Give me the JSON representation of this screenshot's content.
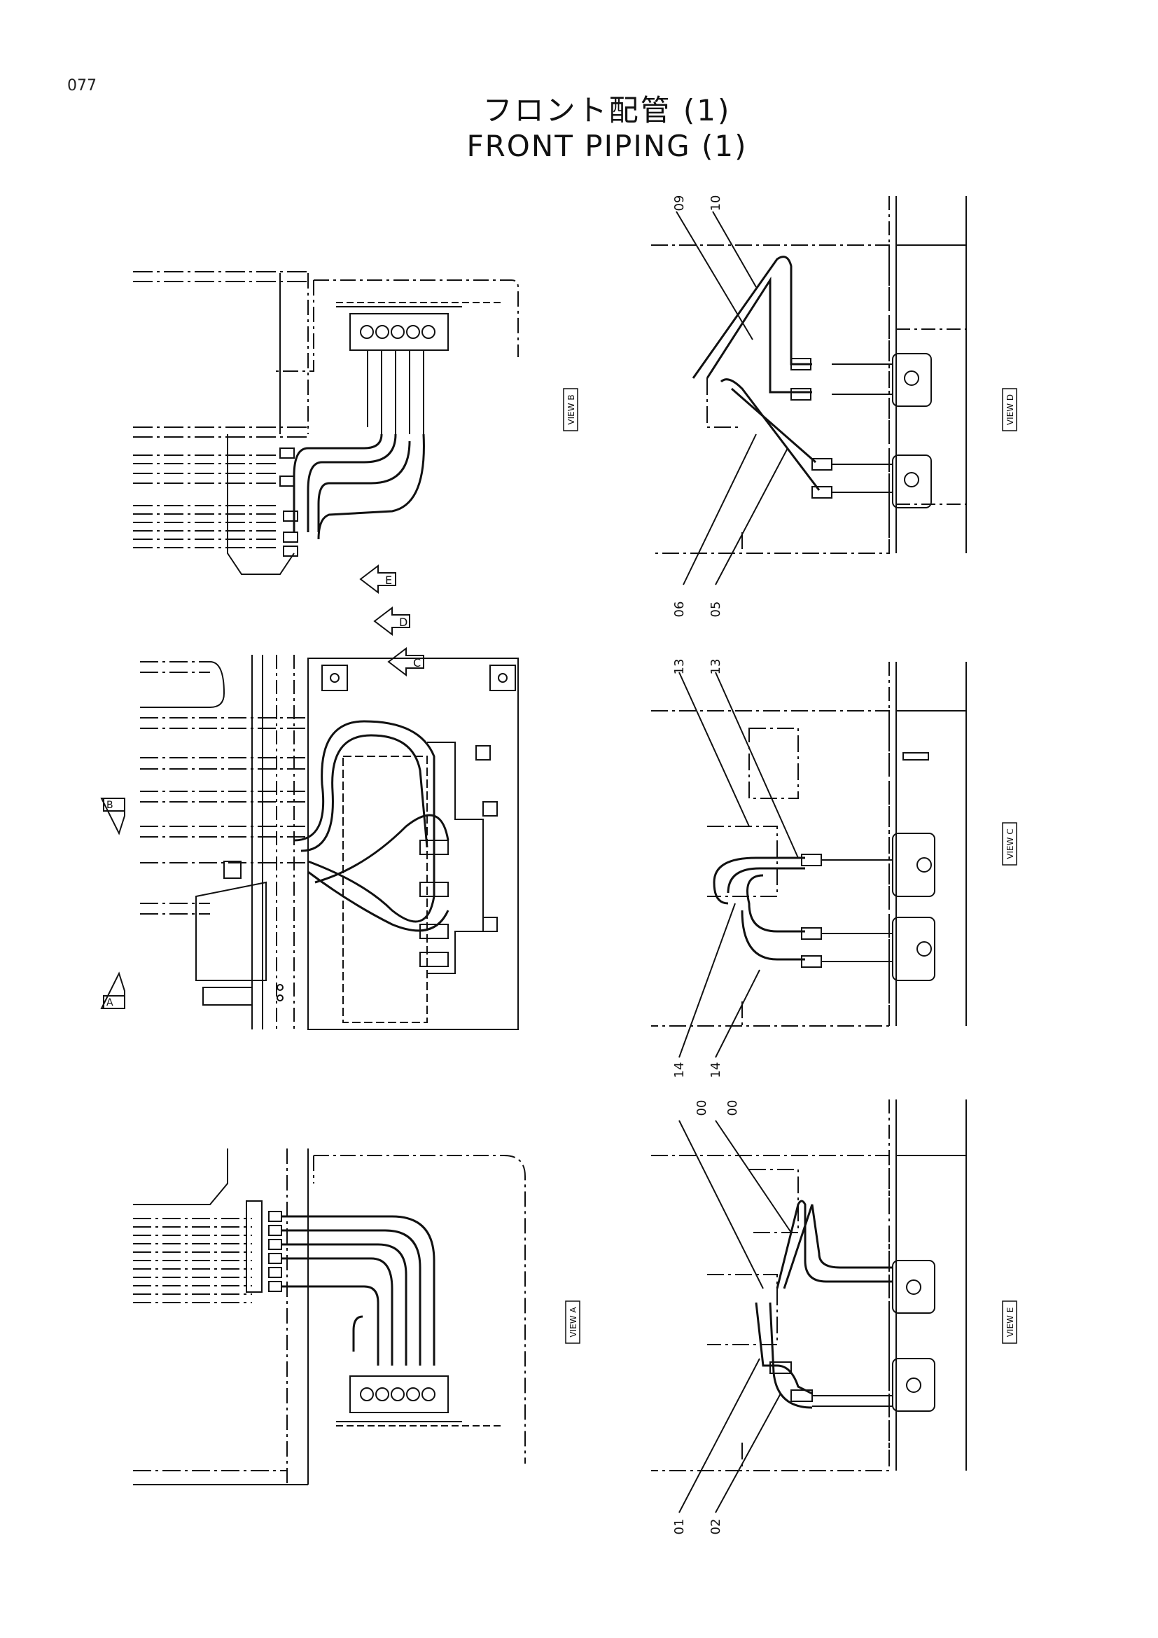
{
  "page_number": "077",
  "title": {
    "japanese": "フロント配管 (1)",
    "english": "FRONT PIPING (1)"
  },
  "view_labels": {
    "a": "VIEW A",
    "b": "VIEW B",
    "c": "VIEW C",
    "d": "VIEW D",
    "e": "VIEW E"
  },
  "arrow_markers": {
    "a": "A",
    "b": "B",
    "c": "C",
    "d": "D",
    "e": "E"
  },
  "part_callouts": {
    "d_top_left": "09",
    "d_top_right": "10",
    "d_bottom_left": "06",
    "d_bottom_right": "05",
    "c_top_left": "13",
    "c_top_right": "13",
    "c_bottom_left": "14",
    "c_bottom_right": "14",
    "e_top_left": "00",
    "e_top_right": "00",
    "e_bottom_left": "01",
    "e_bottom_right": "02"
  }
}
